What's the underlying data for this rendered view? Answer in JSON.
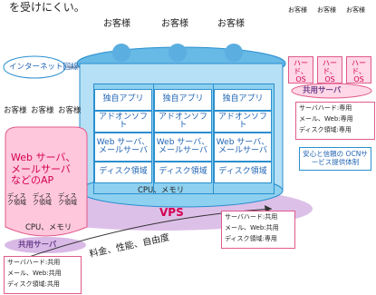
{
  "top_partial_text": "を受けにくい。",
  "internet_label": "インターネット回線",
  "customer": "お客様",
  "vps_app_stack": {
    "blocks": [
      "独自アプリ",
      "アドオンソフト",
      "Web サーバ、メールサーバ",
      "ディスク領域"
    ],
    "cpu_memory": "CPU、メモリ",
    "label": "VPS"
  },
  "vps_resources_note": [
    "サーバハード:共用",
    "メール、Web:共用",
    "ディスク領域:専用"
  ],
  "left_shared": {
    "ap_text": "Web サーバ、メールサーバなどのAP",
    "disk": "ディスク領域",
    "cpu_memory": "CPU、メモリ",
    "label": "共用サーバ",
    "resources_note": [
      "サーバハード:共用",
      "メール、Web:共用",
      "ディスク領域:共用"
    ]
  },
  "right_dedicated": {
    "os_label": "ハード、OS",
    "label": "共用サーバ",
    "resources_note": [
      "サーバハード:専用",
      "メール、Web:専用",
      "ディスク領域:専用"
    ]
  },
  "ocn_note": "安心と信頼の OCNサービス提供体制",
  "arrow_caption": "料金、性能、自由度",
  "colors": {
    "accent_blue": "#2a8fcf",
    "accent_pink": "#e05a8a",
    "vps_purple": "#c9a7dc"
  }
}
